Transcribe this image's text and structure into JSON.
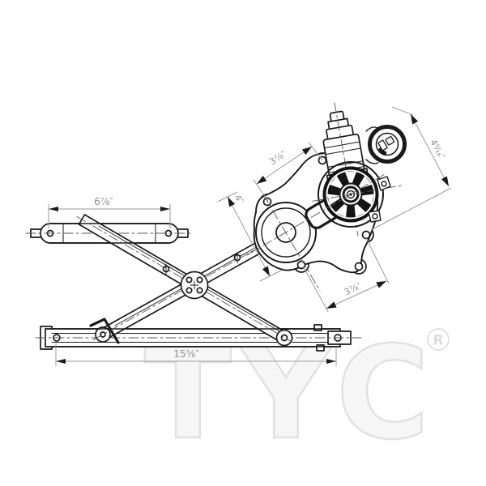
{
  "colors": {
    "line": "#1a1a1a",
    "dark_fill": "#141414",
    "dim_line": "#9a9a9a",
    "dim_text": "#8f8f8f",
    "watermark_fill": "#f6f6f6",
    "watermark_stroke": "#e1e1e1",
    "background": "#ffffff"
  },
  "watermark": {
    "text": "TYC",
    "registered_mark": "R"
  },
  "dimensions": {
    "top_rail": "6⅞″",
    "bottom_rail": "15⅝″",
    "bracket_upper": "3⅞″",
    "bracket_left": "4″",
    "motor_span": "4⁹⁄₁₆″",
    "bracket_lower": "3⅞″"
  }
}
